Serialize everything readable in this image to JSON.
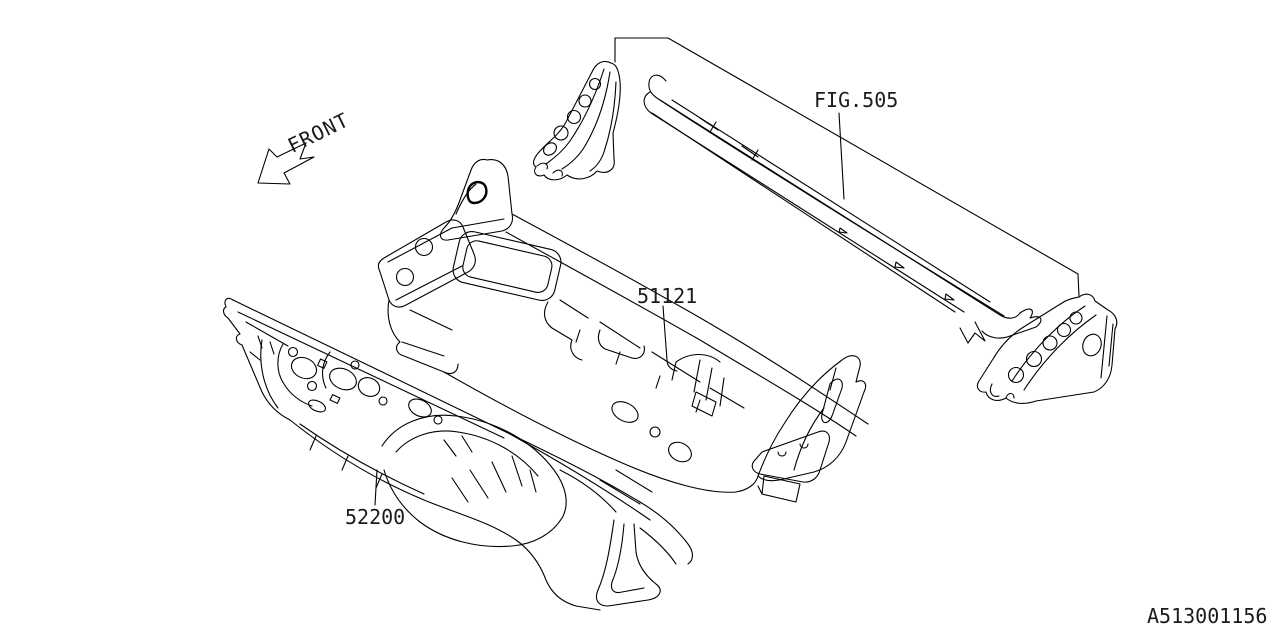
{
  "canvas": {
    "background_color": "#ffffff",
    "line_color": "#000000",
    "text_color": "#1b1b1b"
  },
  "labels": {
    "front": "FRONT",
    "fig_ref": "FIG.505",
    "part_dash_panel": "51121",
    "part_toe_board": "52200",
    "drawing_number": "A513001156"
  }
}
